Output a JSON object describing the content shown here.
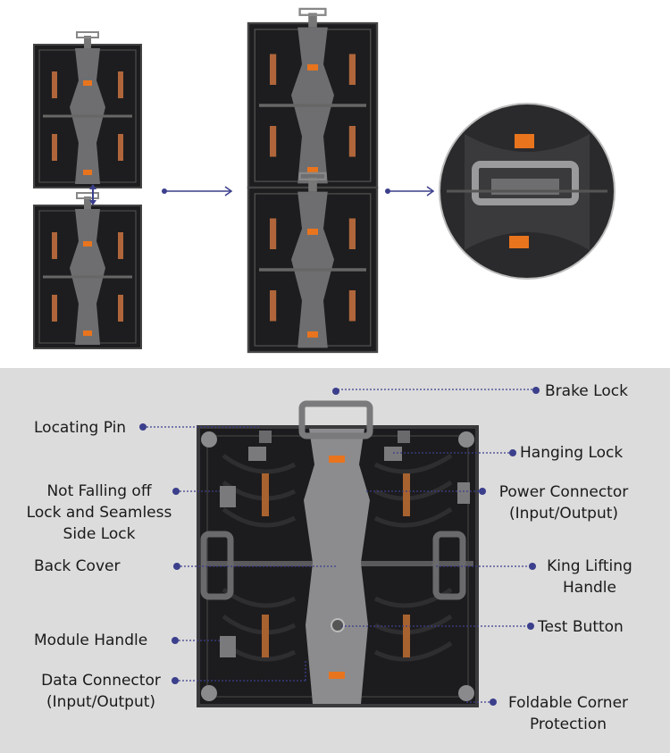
{
  "labels": {
    "brake_lock": "Brake Lock",
    "locating_pin": "Locating Pin",
    "hanging_lock": "Hanging Lock",
    "not_falling_1": "Not Falling off",
    "not_falling_2": "Lock and Seamless",
    "not_falling_3": "Side Lock",
    "power_1": "Power Connector",
    "power_2": "(Input/Output)",
    "back_cover": "Back Cover",
    "king_1": "King Lifting",
    "king_2": "Handle",
    "module_handle": "Module Handle",
    "test_button": "Test Button",
    "data_1": "Data Connector",
    "data_2": "(Input/Output)",
    "corner_1": "Foldable Corner",
    "corner_2": "Protection"
  },
  "colors": {
    "callout": "#3b3f8c",
    "cabinet": "#1c1c1e",
    "frame": "#3a3a3c",
    "center_handle": "#8a8a8c",
    "accent_orange": "#e8741e",
    "bottom_bg": "#dcdcdc"
  }
}
